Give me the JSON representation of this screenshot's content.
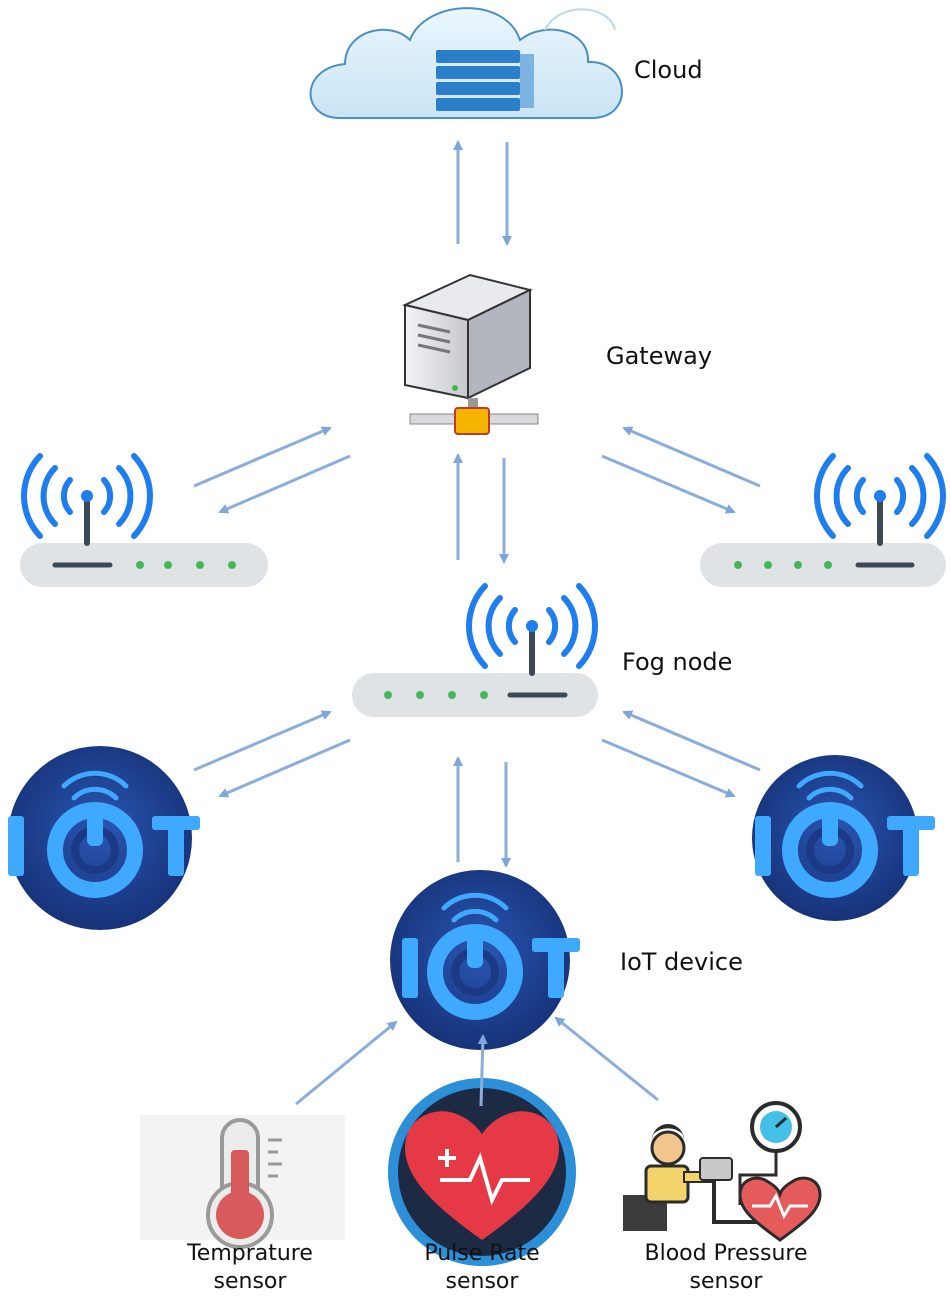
{
  "labels": {
    "cloud": "Cloud",
    "gateway": "Gateway",
    "fog_node": "Fog node",
    "iot_device": "IoT device"
  },
  "sensors": [
    {
      "line1": "Temprature",
      "line2": "sensor",
      "icon": "thermometer-icon"
    },
    {
      "line1": "Pulse Rate",
      "line2": "sensor",
      "icon": "heart-pulse-icon"
    },
    {
      "line1": "Blood Pressure",
      "line2": "sensor",
      "icon": "blood-pressure-icon"
    }
  ],
  "colors": {
    "arrow": "#8aaedc",
    "wifi": "#1e7ef0",
    "router_body": "#dfe3e6",
    "router_led": "#46b65a",
    "iot_bg": "#1d3f8f",
    "iot_glyph": "#3fa8ff",
    "cloud_fill": "#d6ecf8",
    "cloud_stroke": "#4a90c8",
    "server_blue": "#2b7fc8"
  }
}
